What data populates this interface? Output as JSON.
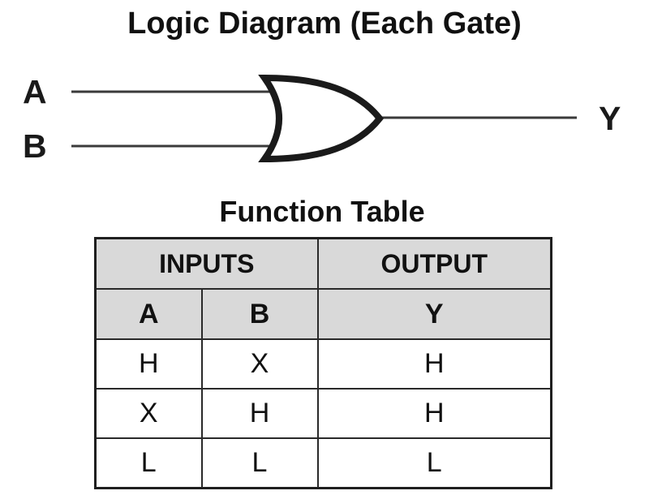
{
  "diagram": {
    "title": "Logic Diagram (Each Gate)",
    "gate_symbol": "or-gate",
    "inputs": [
      "A",
      "B"
    ],
    "output": "Y"
  },
  "function_table": {
    "title": "Function Table",
    "column_groups": [
      {
        "label": "INPUTS",
        "span": 2
      },
      {
        "label": "OUTPUT",
        "span": 1
      }
    ],
    "columns": [
      "A",
      "B",
      "Y"
    ],
    "rows": [
      [
        "H",
        "X",
        "H"
      ],
      [
        "X",
        "H",
        "H"
      ],
      [
        "L",
        "L",
        "L"
      ]
    ]
  },
  "colors": {
    "table_header_bg": "#d9d9d9",
    "table_border": "#2a2a2a",
    "gate_stroke": "#1a1a1a",
    "wire": "#3a3a3a",
    "text": "#111111",
    "background": "#ffffff"
  }
}
